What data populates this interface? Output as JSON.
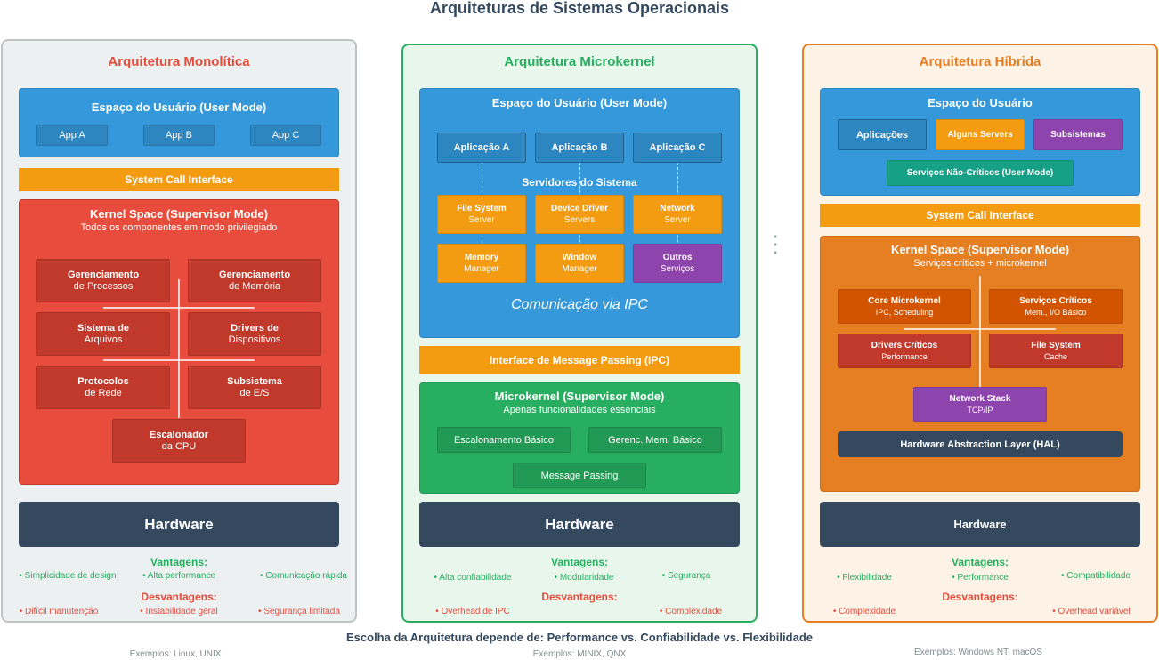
{
  "title": "Arquiteturas de Sistemas Operacionais",
  "separator": "⋮",
  "monolithic": {
    "title": "Arquitetura Monolítica",
    "user_space": {
      "title": "Espaço do Usuário (User Mode)",
      "apps": [
        "App A",
        "App B",
        "App C"
      ]
    },
    "syscall": "System Call Interface",
    "kernel": {
      "title": "Kernel Space (Supervisor Mode)",
      "subtitle": "Todos os componentes em modo privilegiado",
      "modules": [
        {
          "name": "Gerenciamento",
          "detail": "de Processos"
        },
        {
          "name": "Gerenciamento",
          "detail": "de Memória"
        },
        {
          "name": "Sistema de",
          "detail": "Arquivos"
        },
        {
          "name": "Drivers de",
          "detail": "Dispositivos"
        },
        {
          "name": "Protocolos",
          "detail": "de Rede"
        },
        {
          "name": "Subsistema",
          "detail": "de E/S"
        },
        {
          "name": "Escalonador",
          "detail": "da CPU"
        }
      ]
    },
    "hardware": "Hardware",
    "advantages_title": "Vantagens:",
    "advantages": [
      "• Simplicidade de design",
      "• Alta performance",
      "• Comunicação rápida"
    ],
    "disadvantages_title": "Desvantagens:",
    "disadvantages": [
      "• Difícil manutenção",
      "• Instabilidade geral",
      "• Segurança limitada"
    ],
    "examples": "Exemplos: Linux, UNIX"
  },
  "microkernel": {
    "title": "Arquitetura Microkernel",
    "user_space": {
      "title": "Espaço do Usuário (User Mode)",
      "apps": [
        "Aplicação A",
        "Aplicação B",
        "Aplicação C"
      ],
      "servers_title": "Servidores do Sistema",
      "servers": [
        {
          "name": "File System",
          "detail": "Server"
        },
        {
          "name": "Device Driver",
          "detail": "Servers"
        },
        {
          "name": "Network",
          "detail": "Server"
        },
        {
          "name": "Memory",
          "detail": "Manager"
        },
        {
          "name": "Window",
          "detail": "Manager"
        },
        {
          "name": "Outros",
          "detail": "Serviços"
        }
      ],
      "ipc_label": "Comunicação via IPC"
    },
    "ipc_bar": "Interface de Message Passing (IPC)",
    "kernel": {
      "title": "Microkernel (Supervisor Mode)",
      "subtitle": "Apenas funcionalidades essenciais",
      "modules": [
        "Escalonamento Básico",
        "Gerenc. Mem. Básico",
        "Message Passing"
      ]
    },
    "hardware": "Hardware",
    "advantages_title": "Vantagens:",
    "advantages": [
      "• Alta confiabilidade",
      "• Modularidade",
      "• Segurança"
    ],
    "disadvantages_title": "Desvantagens:",
    "disadvantages": [
      "• Overhead de IPC",
      "• Complexidade"
    ],
    "examples": "Exemplos: MINIX, QNX"
  },
  "hybrid": {
    "title": "Arquitetura Híbrida",
    "user_space": {
      "title": "Espaço do Usuário",
      "items": [
        "Aplicações",
        "Alguns Servers",
        "Subsistemas"
      ],
      "noncritical": "Serviços Não-Críticos (User Mode)"
    },
    "syscall": "System Call Interface",
    "kernel": {
      "title": "Kernel Space (Supervisor Mode)",
      "subtitle": "Serviços críticos + microkernel",
      "modules": [
        {
          "name": "Core Microkernel",
          "detail": "IPC, Scheduling"
        },
        {
          "name": "Serviços Críticos",
          "detail": "Mem., I/O Básico"
        },
        {
          "name": "Drivers Críticos",
          "detail": "Performance"
        },
        {
          "name": "File System",
          "detail": "Cache"
        },
        {
          "name": "Network Stack",
          "detail": "TCP/IP"
        }
      ],
      "hal": "Hardware Abstraction Layer (HAL)"
    },
    "hardware": "Hardware",
    "advantages_title": "Vantagens:",
    "advantages": [
      "• Flexibilidade",
      "• Performance",
      "• Compatibilidade"
    ],
    "disadvantages_title": "Desvantagens:",
    "disadvantages": [
      "• Complexidade",
      "• Overhead variável"
    ],
    "examples": "Exemplos: Windows NT, macOS"
  },
  "footer": "Escolha da Arquitetura depende de: Performance vs. Confiabilidade vs. Flexibilidade",
  "colors": {
    "user_space": "#3498db",
    "orange": "#f39c12",
    "kernel_red": "#e74c3c",
    "kernel_green": "#27ae60",
    "kernel_orange": "#e67e22",
    "hardware": "#34495e",
    "purple": "#8e44ad",
    "teal": "#16a085"
  }
}
